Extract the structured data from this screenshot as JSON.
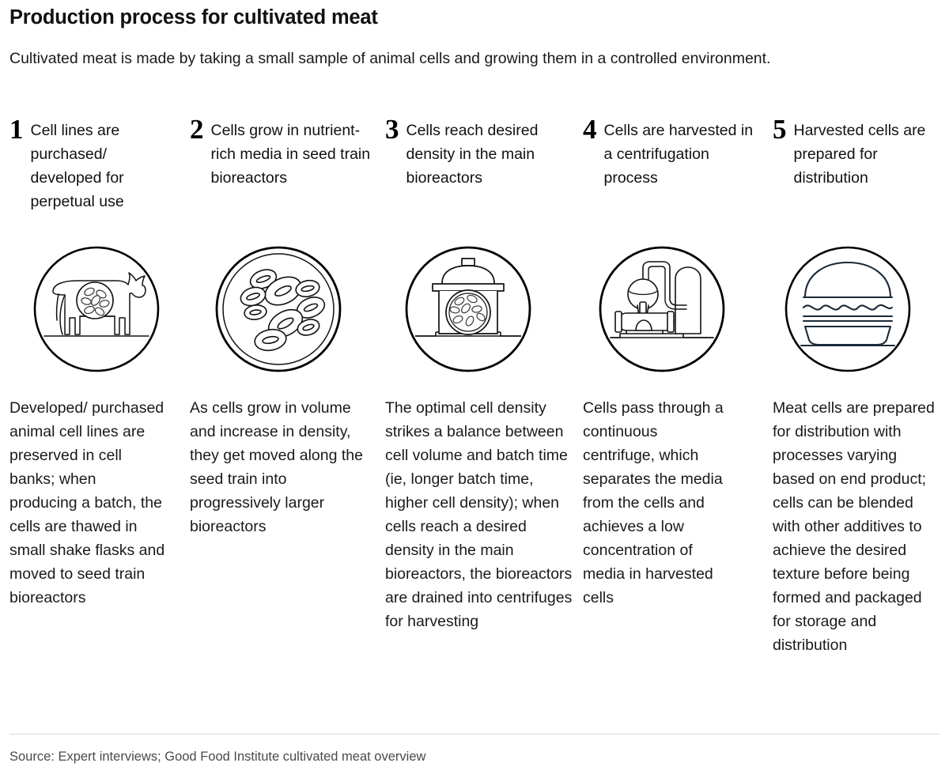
{
  "header": {
    "title": "Production process for cultivated meat",
    "subtitle": "Cultivated meat is made by taking a small sample of animal cells and growing them in a controlled environment."
  },
  "steps": [
    {
      "number": "1",
      "title": "Cell lines are purchased/ developed for perpetual use",
      "icon": "cow-with-cell-sample-icon",
      "body": "Developed/ purchased animal cell lines are preserved in cell banks; when producing a batch, the cells are thawed in small shake flasks and moved to seed train bioreactors"
    },
    {
      "number": "2",
      "title": "Cells grow in nutrient-rich media in seed train bioreactors",
      "icon": "petri-dish-cells-icon",
      "body": "As cells grow in volume and increase in density, they get moved along the seed train into progressively larger bioreactors"
    },
    {
      "number": "3",
      "title": "Cells reach desired density in the main bioreactors",
      "icon": "bioreactor-vessel-icon",
      "body": "The optimal cell density strikes a balance between cell volume and batch time (ie, longer batch time, higher cell density); when cells reach a desired density in the main bioreactors, the bioreactors are drained into centrifuges for harvesting"
    },
    {
      "number": "4",
      "title": "Cells are harvested in a centrifugation process",
      "icon": "industrial-centrifuge-icon",
      "body": "Cells pass through a continuous centrifuge, which separates the media from the cells and achieves a low concentration of media in harvested cells"
    },
    {
      "number": "5",
      "title": "Harvested cells are prepared for distribution",
      "icon": "burger-icon",
      "body": "Meat cells are prepared for distribution with processes varying based on end product; cells can be blended with other additives to achieve the desired texture before being formed and packaged for storage and distribution"
    }
  ],
  "footer": {
    "source": "Source: Expert interviews; Good Food Institute cultivated meat overview"
  },
  "colors": {
    "text": "#1a1a1a",
    "title": "#111111",
    "source": "#4a4a4a",
    "stroke": "#000000",
    "burger_stroke": "#1b2a38",
    "divider": "#d8d8d8",
    "background": "#ffffff"
  }
}
